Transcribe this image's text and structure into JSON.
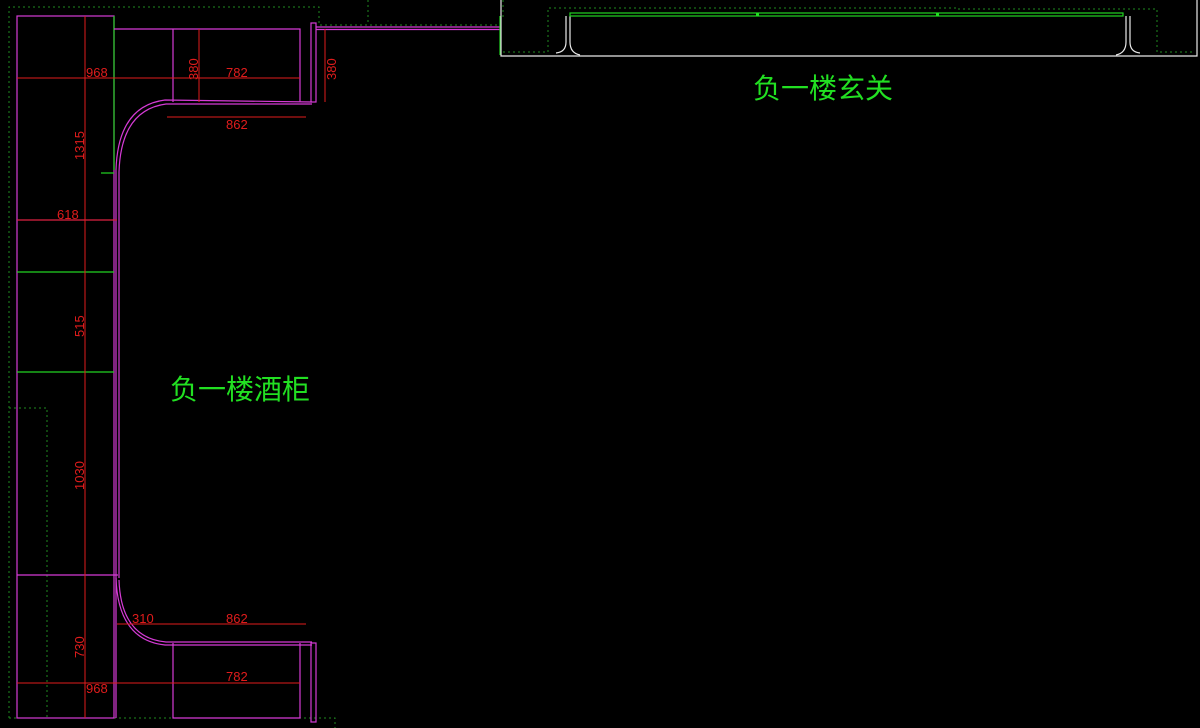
{
  "labels": {
    "wine_cabinet": "负一楼酒柜",
    "entrance": "负一楼玄关"
  },
  "dimensions": {
    "top_width_968": "968",
    "top_depth_380": "380",
    "top_782": "782",
    "top_right_380": "380",
    "top_862": "862",
    "side_1315": "1315",
    "side_618": "618",
    "side_515": "515",
    "side_1030": "1030",
    "side_730": "730",
    "bottom_310": "310",
    "bottom_862": "862",
    "bottom_782": "782",
    "bottom_968": "968"
  },
  "colors": {
    "cabinet": "#d63bd6",
    "dimension": "#e01c1c",
    "label": "#22e022",
    "wall": "#e8e8e8"
  }
}
